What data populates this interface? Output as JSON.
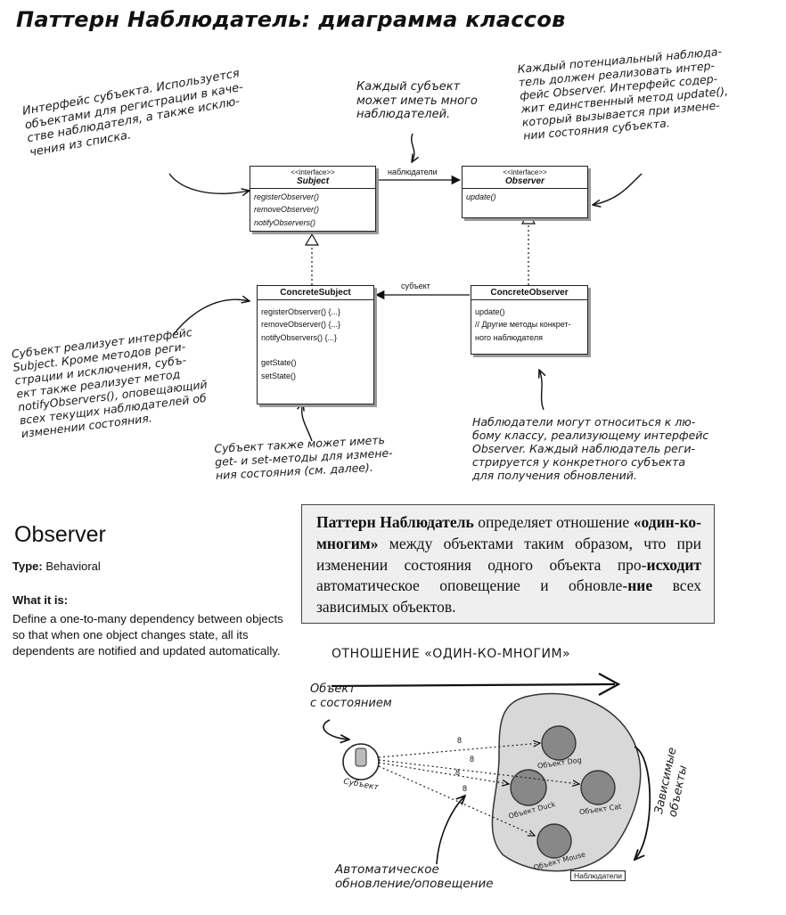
{
  "title": "Паттерн Наблюдатель: диаграмма классов",
  "uml": {
    "subject": {
      "stereotype": "<<interface>>",
      "name": "Subject",
      "methods": [
        "registerObserver()",
        "removeObserver()",
        "notifyObservers()"
      ]
    },
    "observer": {
      "stereotype": "<<interface>>",
      "name": "Observer",
      "methods": [
        "update()"
      ]
    },
    "concrete_subject": {
      "name": "ConcreteSubject",
      "methods": [
        "registerObserver() {...}",
        "removeObserver() {...}",
        "notifyObservers() {...}",
        "",
        "getState()",
        "setState()"
      ]
    },
    "concrete_observer": {
      "name": "ConcreteObserver",
      "methods": [
        "update()",
        "// Другие методы конкрет-",
        "ного наблюдателя"
      ]
    },
    "assoc_observers": "наблюдатели",
    "assoc_subject": "субъект"
  },
  "notes": {
    "subject_interface": [
      "Интерфейс субъекта. Используется",
      "объектами для регистрации в каче-",
      "стве наблюдателя, а также исклю-",
      "чения из списка."
    ],
    "many_observers": [
      "Каждый субъект",
      "может иметь много",
      "наблюдателей."
    ],
    "observer_interface": [
      "Каждый потенциальный наблюда-",
      "тель должен реализовать интер-",
      "фейс Observer. Интерфейс содер-",
      "жит единственный метод update(),",
      "который вызывается при измене-",
      "нии состояния субъекта."
    ],
    "concrete_subject": [
      "Субъект реализует интерфейс",
      "Subject. Кроме методов реги-",
      "страции и исключения, субъ-",
      "ект также реализует метод",
      "notifyObservers(), оповещающий",
      "всех текущих наблюдателей об",
      "изменении состояния."
    ],
    "get_set": [
      "Субъект также может иметь",
      "get- и set-методы для измене-",
      "ния состояния (см. далее)."
    ],
    "concrete_observer": [
      "Наблюдатели могут относиться к лю-",
      "бому классу, реализующему интерфейс",
      "Observer. Каждый наблюдатель реги-",
      "стрируется у конкретного субъекта",
      "для получения обновлений."
    ]
  },
  "observer_info": {
    "heading": "Observer",
    "type_label": "Type:",
    "type_value": "Behavioral",
    "what_label": "What it is:",
    "description": "Define a one-to-many dependency between objects so that when one object changes state, all its dependents are notified and updated automatically."
  },
  "definition": {
    "bold1": "Паттерн Наблюдатель",
    "text1": " определяет отношение ",
    "bold2": "«один-ко-многим»",
    "text2": " между объектами таким образом, что при изменении состояния одного объекта про-",
    "bold3": "исходит",
    "text3": " автоматическое оповещение и обновле-",
    "bold4": "ние",
    "text4": " всех зависимых объектов."
  },
  "sketch": {
    "relation_label": "ОТНОШЕНИЕ «ОДИН-КО-МНОГИМ»",
    "object_with_state": [
      "Объект",
      "с состоянием"
    ],
    "subject_label": "Субъект",
    "value": "8",
    "objects": [
      "Объект Dog",
      "Объект Cat",
      "Объект Duck",
      "Объект Mouse"
    ],
    "dependent": [
      "Зависимые",
      "объекты"
    ],
    "observers_tag": "Наблюдатели",
    "auto_update": [
      "Автоматическое",
      "обновление/оповещение"
    ]
  }
}
